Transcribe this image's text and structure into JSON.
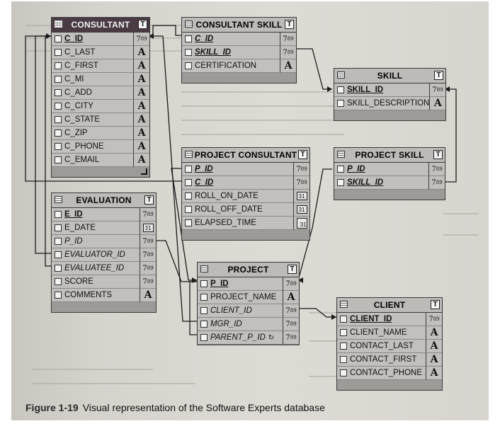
{
  "caption": {
    "label": "Figure 1-19",
    "text": "Visual representation of the Software Experts database"
  },
  "badge": "T",
  "type_glyphs": {
    "number": "789",
    "text": "A",
    "date": "31"
  },
  "tables": {
    "consultant": {
      "name": "CONSULTANT",
      "fields": [
        "C_ID",
        "C_LAST",
        "C_FIRST",
        "C_MI",
        "C_ADD",
        "C_CITY",
        "C_STATE",
        "C_ZIP",
        "C_PHONE",
        "C_EMAIL"
      ]
    },
    "consultant_skill": {
      "name": "CONSULTANT SKILL",
      "fields": [
        "C_ID",
        "SKILL_ID",
        "CERTIFICATION"
      ]
    },
    "skill": {
      "name": "SKILL",
      "fields": [
        "SKILL_ID",
        "SKILL_DESCRIPTION"
      ]
    },
    "project_consultant": {
      "name": "PROJECT CONSULTANT",
      "fields": [
        "P_ID",
        "C_ID",
        "ROLL_ON_DATE",
        "ROLL_OFF_DATE",
        "ELAPSED_TIME"
      ]
    },
    "project_skill": {
      "name": "PROJECT SKILL",
      "fields": [
        "P_ID",
        "SKILL_ID"
      ]
    },
    "evaluation": {
      "name": "EVALUATION",
      "fields": [
        "E_ID",
        "E_DATE",
        "P_ID",
        "EVALUATOR_ID",
        "EVALUATEE_ID",
        "SCORE",
        "COMMENTS"
      ]
    },
    "project": {
      "name": "PROJECT",
      "fields": [
        "P_ID",
        "PROJECT_NAME",
        "CLIENT_ID",
        "MGR_ID",
        "PARENT_P_ID"
      ]
    },
    "client": {
      "name": "CLIENT",
      "fields": [
        "CLIENT_ID",
        "CLIENT_NAME",
        "CONTACT_LAST",
        "CONTACT_FIRST",
        "CONTACT_PHONE"
      ]
    }
  }
}
